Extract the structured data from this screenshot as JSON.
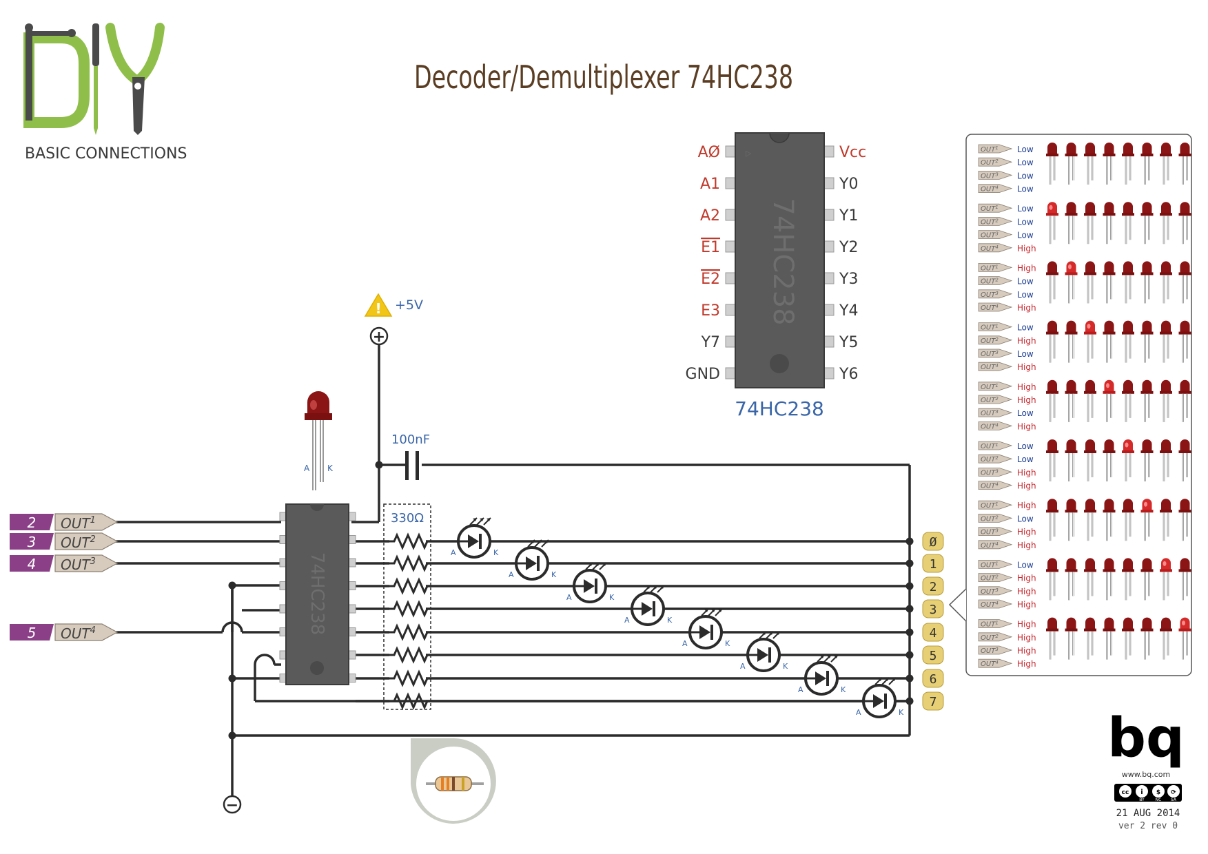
{
  "logo": {
    "letters": "DIY",
    "subtitle": "BASIC CONNECTIONS"
  },
  "title": "Decoder/Demultiplexer 74HC238",
  "chip": {
    "label": "74HC238",
    "body_text": "74HC238",
    "left_pins": [
      "AØ",
      "A1",
      "A2",
      "E1",
      "E2",
      "E3",
      "Y7",
      "GND"
    ],
    "right_pins": [
      "Vcc",
      "Y0",
      "Y1",
      "Y2",
      "Y3",
      "Y4",
      "Y5",
      "Y6"
    ],
    "overline_pins": [
      "E1",
      "E2"
    ]
  },
  "supply": {
    "voltage": "+5V",
    "plus": "+",
    "minus": "−"
  },
  "capacitor": {
    "label": "100nF"
  },
  "resistor": {
    "label": "330Ω"
  },
  "led_pins": {
    "anode": "A",
    "cathode": "K"
  },
  "inputs": [
    {
      "num": "2",
      "out": "OUT",
      "sup": "1"
    },
    {
      "num": "3",
      "out": "OUT",
      "sup": "2"
    },
    {
      "num": "4",
      "out": "OUT",
      "sup": "3"
    },
    {
      "num": "5",
      "out": "OUT",
      "sup": "4"
    }
  ],
  "outputs": [
    "Ø",
    "1",
    "2",
    "3",
    "4",
    "5",
    "6",
    "7"
  ],
  "truth_table": {
    "rows": [
      {
        "states": [
          "Low",
          "Low",
          "Low",
          "Low"
        ],
        "lit": -1
      },
      {
        "states": [
          "Low",
          "Low",
          "Low",
          "High"
        ],
        "lit": 0
      },
      {
        "states": [
          "High",
          "Low",
          "Low",
          "High"
        ],
        "lit": 1
      },
      {
        "states": [
          "Low",
          "High",
          "Low",
          "High"
        ],
        "lit": 2
      },
      {
        "states": [
          "High",
          "High",
          "Low",
          "High"
        ],
        "lit": 3
      },
      {
        "states": [
          "Low",
          "Low",
          "High",
          "High"
        ],
        "lit": 4
      },
      {
        "states": [
          "High",
          "Low",
          "High",
          "High"
        ],
        "lit": 5
      },
      {
        "states": [
          "Low",
          "High",
          "High",
          "High"
        ],
        "lit": 6
      },
      {
        "states": [
          "High",
          "High",
          "High",
          "High"
        ],
        "lit": 7
      }
    ],
    "low_color": "#1f3f93",
    "high_color": "#c8242b"
  },
  "brand": {
    "name": "bq",
    "url": "www.bq.com",
    "license": [
      "BY",
      "NC",
      "SA"
    ],
    "date": "21 AUG 2014",
    "version": "ver 2 rev 0"
  },
  "colors": {
    "logo_green": "#8fbf4a",
    "logo_dark": "#4a4a4a",
    "title": "#5a3d22",
    "pin_red": "#c0392b",
    "pin_blue": "#3a66a8",
    "input_tag": "#8a3f86",
    "output_pad": "#e6cf74",
    "chip_body": "#5a5a5a",
    "warning": "#f2c618"
  }
}
